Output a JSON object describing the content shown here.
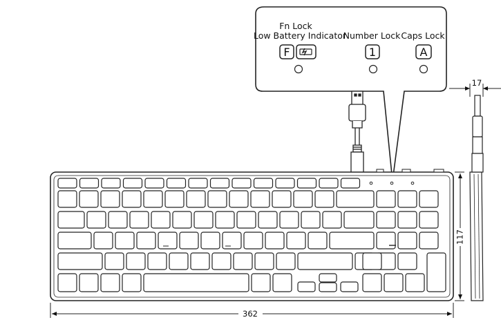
{
  "callout": {
    "fn_lock_label": "Fn Lock",
    "low_battery_label": "Low Battery Indicator",
    "number_lock_label": "Number Lock",
    "caps_lock_label": "Caps Lock",
    "fn_key_glyph": "F",
    "number_key_glyph": "1",
    "caps_key_glyph": "A"
  },
  "dimensions": {
    "width": "362",
    "height": "117",
    "depth": "17"
  },
  "icons": [
    "battery-lightning-icon",
    "usb-connector-icon",
    "led-indicator-icon"
  ],
  "colors": {
    "line": "#222222",
    "background": "#ffffff"
  }
}
